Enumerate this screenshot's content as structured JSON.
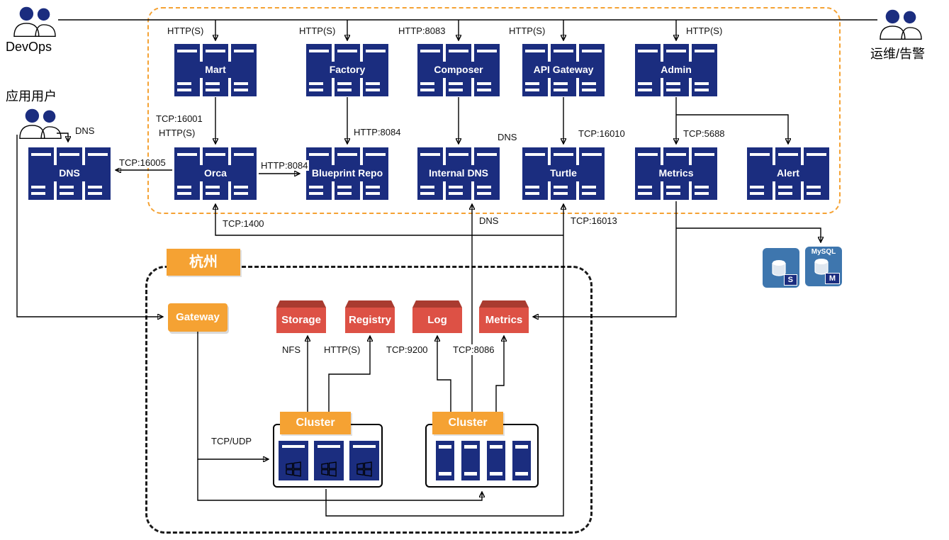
{
  "actors": {
    "devops": "DevOps",
    "app_user": "应用用户",
    "ops_alert": "运维/告警"
  },
  "zones": {
    "hangzhou_badge": "杭州"
  },
  "services_row1": [
    {
      "label": "Mart"
    },
    {
      "label": "Factory"
    },
    {
      "label": "Composer"
    },
    {
      "label": "API Gateway"
    },
    {
      "label": "Admin"
    }
  ],
  "services_row2": [
    {
      "label": "DNS"
    },
    {
      "label": "Orca"
    },
    {
      "label": "Blueprint Repo"
    },
    {
      "label": "Internal DNS"
    },
    {
      "label": "Turtle"
    },
    {
      "label": "Metrics"
    },
    {
      "label": "Alert"
    }
  ],
  "hangzhou": {
    "gateway": "Gateway",
    "buckets": [
      {
        "label": "Storage"
      },
      {
        "label": "Registry"
      },
      {
        "label": "Log"
      },
      {
        "label": "Metrics"
      }
    ],
    "clusters": [
      {
        "label": "Cluster",
        "os": "windows",
        "count": 3
      },
      {
        "label": "Cluster",
        "os": "plain",
        "count": 4
      }
    ]
  },
  "databases": [
    {
      "letter": "S",
      "title": ""
    },
    {
      "letter": "M",
      "title": "MySQL"
    }
  ],
  "edge_labels": {
    "mart_in": "HTTP(S)",
    "factory_in": "HTTP(S)",
    "composer_in": "HTTP:8083",
    "apigw_in": "HTTP(S)",
    "admin_in": "HTTP(S)",
    "mart_orca_1": "TCP:16001",
    "mart_orca_2": "HTTP(S)",
    "factory_bp": "HTTP:8084",
    "idns_in": "DNS",
    "turtle_in": "TCP:16010",
    "metrics_in": "TCP:5688",
    "orca_dns": "TCP:16005",
    "orca_bp": "HTTP:8084",
    "user_dns": "DNS",
    "orca_up": "TCP:1400",
    "idns_up": "DNS",
    "turtle_up": "TCP:16013",
    "nfs": "NFS",
    "registry_in": "HTTP(S)",
    "log_in": "TCP:9200",
    "metrics_bucket_in": "TCP:8086",
    "tcp_udp": "TCP/UDP"
  },
  "colors": {
    "navy": "#1b2d7f",
    "orange": "#F5A233",
    "red": "#DD5145",
    "red_dark": "#A93B30",
    "db_blue": "#3E76AE"
  }
}
